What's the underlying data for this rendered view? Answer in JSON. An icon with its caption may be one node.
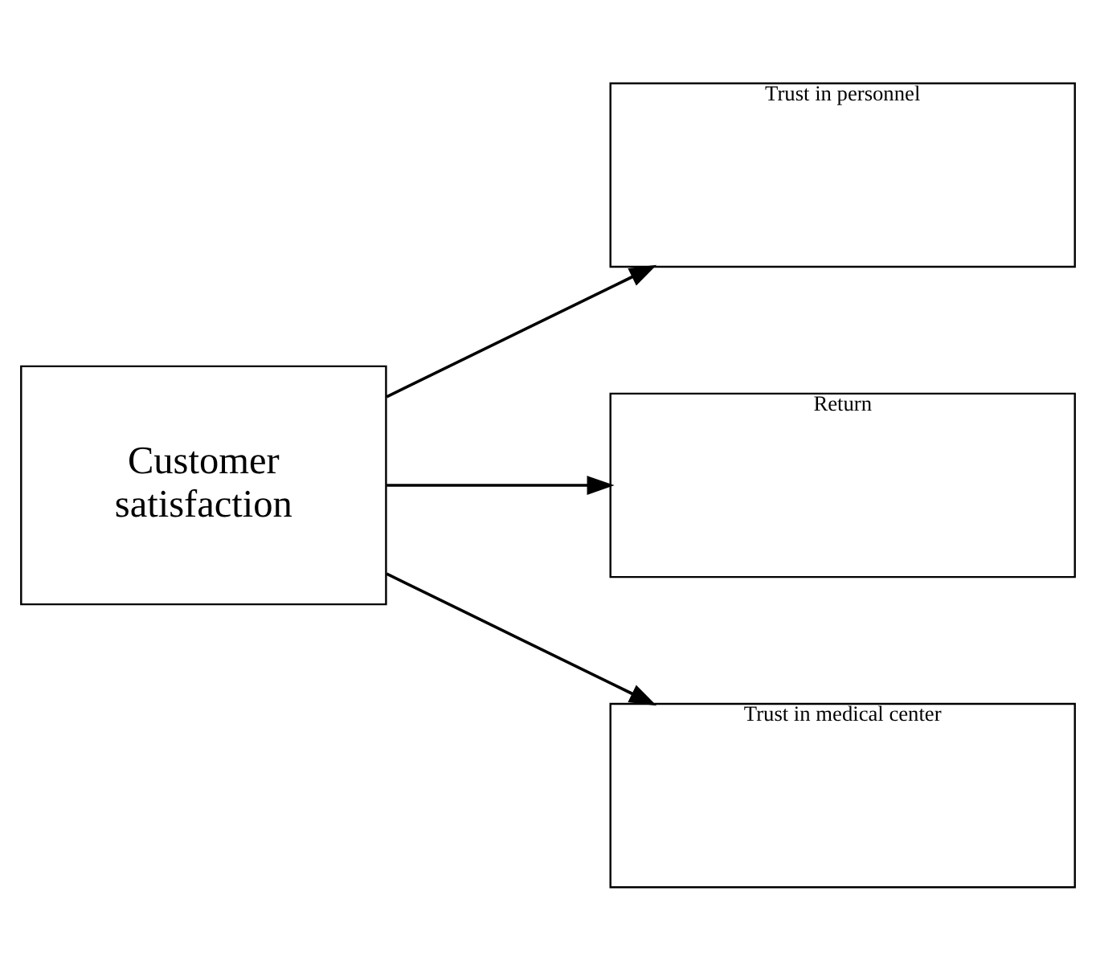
{
  "diagram": {
    "nodes": [
      {
        "text": [
          "Customer satisfaction"
        ]
      },
      {
        "text": [
          "Trust in personnel"
        ]
      },
      {
        "text": [
          "Return"
        ]
      },
      {
        "text": [
          "Trust in medical center"
        ]
      }
    ],
    "edges": [
      {
        "from": 0,
        "to": 1,
        "arrow": "to"
      },
      {
        "from": 0,
        "to": 2,
        "arrow": "to"
      },
      {
        "from": 0,
        "to": 3,
        "arrow": "to"
      }
    ]
  }
}
